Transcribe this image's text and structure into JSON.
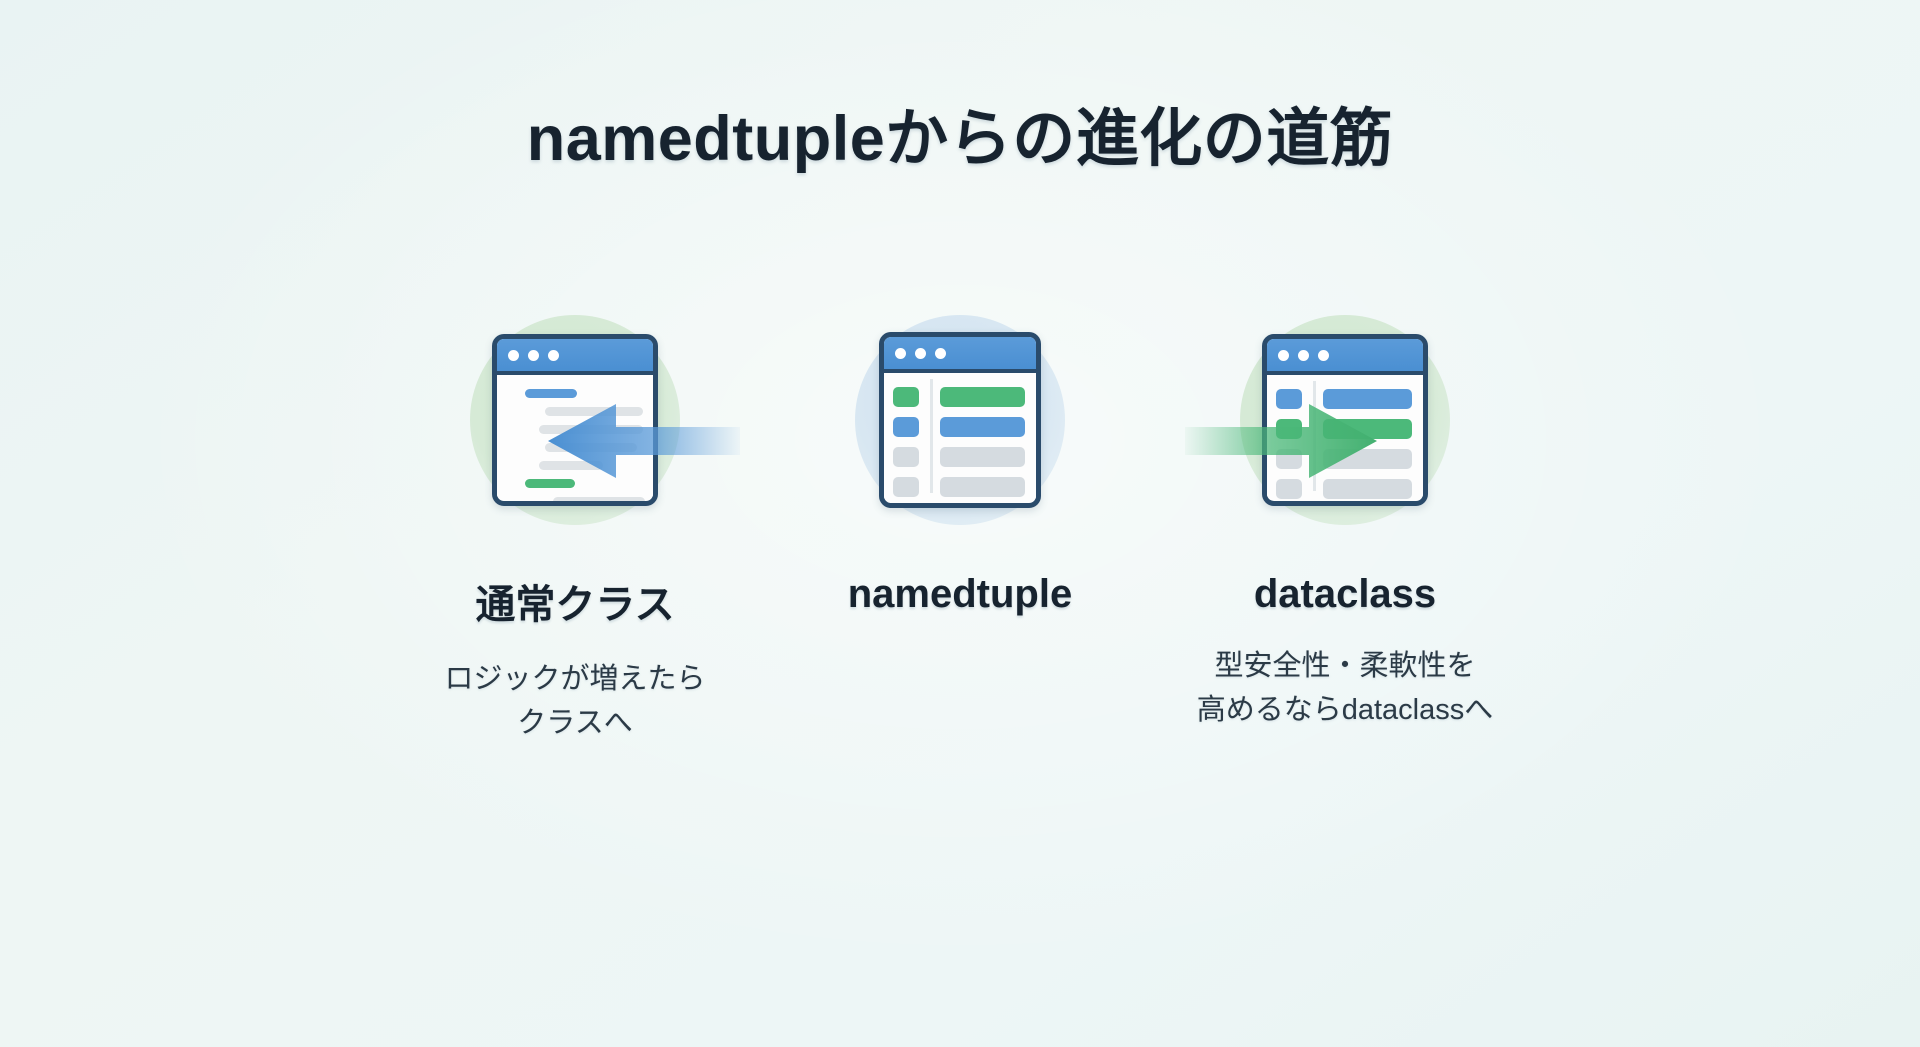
{
  "slide": {
    "title": "namedtupleからの進化の道筋",
    "background_color": "#eaf4f4",
    "title_color": "#17232f"
  },
  "colors": {
    "accent_blue": "#5b9bd9",
    "accent_green": "#4cb97a",
    "border_navy": "#2a4b6b",
    "neutral_gray": "#d5dbe0",
    "blob_green": "#d6ead6",
    "blob_blue": "#d8e7f2"
  },
  "columns": [
    {
      "key": "regular-class",
      "label": "通常クラス",
      "caption_line1": "ロジックが増えたら",
      "caption_line2": "クラスへ",
      "icon": "browser-window-code-icon",
      "blob": "green",
      "code_lines": [
        {
          "indent": 16,
          "width": 52,
          "color": "#5b9bd9"
        },
        {
          "indent": 36,
          "width": 98,
          "color": "#dfe3e6"
        },
        {
          "indent": 30,
          "width": 104,
          "color": "#dfe3e6"
        },
        {
          "indent": 36,
          "width": 92,
          "color": "#dfe3e6"
        },
        {
          "indent": 30,
          "width": 64,
          "color": "#dfe3e6"
        },
        {
          "indent": 16,
          "width": 50,
          "color": "#4cb97a"
        },
        {
          "indent": 44,
          "width": 92,
          "color": "#dfe3e6"
        },
        {
          "indent": 44,
          "width": 58,
          "color": "#dfe3e6"
        },
        {
          "indent": 10,
          "width": 48,
          "color": "#5b9bd9"
        }
      ]
    },
    {
      "key": "namedtuple",
      "label": "namedtuple",
      "caption_line1": "",
      "caption_line2": "",
      "icon": "browser-window-table-icon",
      "blob": "blue",
      "rows": [
        {
          "chip": "#4cb97a",
          "bar": "#4cb97a"
        },
        {
          "chip": "#5b9bd9",
          "bar": "#5b9bd9"
        },
        {
          "chip": "#d5dbe0",
          "bar": "#d5dbe0"
        },
        {
          "chip": "#d5dbe0",
          "bar": "#d5dbe0"
        }
      ]
    },
    {
      "key": "dataclass",
      "label": "dataclass",
      "caption_line1": "型安全性・柔軟性を",
      "caption_line2": "高めるならdataclassへ",
      "icon": "browser-window-table-icon",
      "blob": "green",
      "rows": [
        {
          "chip": "#5b9bd9",
          "bar": "#5b9bd9"
        },
        {
          "chip": "#4cb97a",
          "bar": "#4cb97a"
        },
        {
          "chip": "#d5dbe0",
          "bar": "#d5dbe0"
        },
        {
          "chip": "#d5dbe0",
          "bar": "#d5dbe0"
        }
      ]
    }
  ],
  "arrows": [
    {
      "key": "arrow-left",
      "direction": "left",
      "color": "#5b9bd9",
      "from": "namedtuple",
      "to": "通常クラス"
    },
    {
      "key": "arrow-right",
      "direction": "right",
      "color": "#4cb97a",
      "from": "namedtuple",
      "to": "dataclass"
    }
  ]
}
